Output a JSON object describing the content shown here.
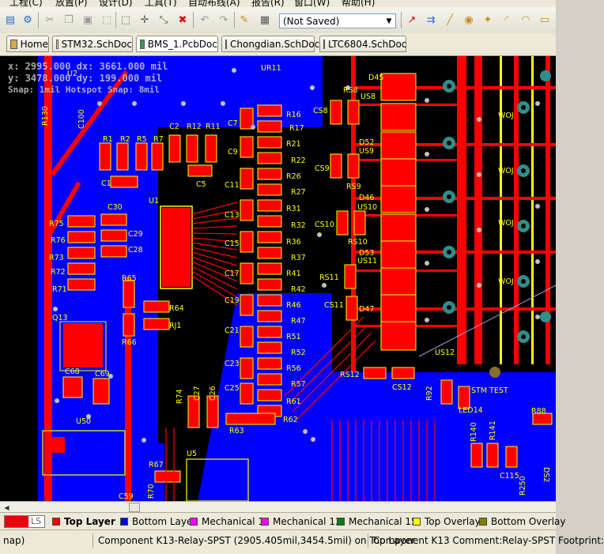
{
  "menu": [
    "工程(C)",
    "放置(P)",
    "设计(D)",
    "工具(T)",
    "自动布线(A)",
    "报告(R)",
    "窗口(W)",
    "帮助(H)"
  ],
  "toolbar": {
    "combo_value": "(Not Saved)",
    "icons": [
      "open-icon",
      "save-icon",
      "cut-icon",
      "copy-icon",
      "paste-icon",
      "select-icon",
      "move-icon",
      "cross-select-icon",
      "clear-icon",
      "undo-icon",
      "redo-icon",
      "pencil-icon",
      "filter-icon",
      "route-icon",
      "line-icon",
      "arc-icon",
      "pad-icon",
      "via-icon",
      "fill-icon",
      "text-icon"
    ]
  },
  "tabs": [
    {
      "label": "Home",
      "active": false
    },
    {
      "label": "STM32.SchDoc",
      "active": false
    },
    {
      "label": "BMS_1.PcbDoc",
      "active": true
    },
    {
      "label": "Chongdian.SchDoc",
      "active": false
    },
    {
      "label": "LTC6804.SchDoc",
      "active": false
    }
  ],
  "hud": {
    "line1": "x:  2995.000   dx:  3661.000 mil",
    "line2": "y:  3478.000   dy:   199.000 mil",
    "line3": "Snap: 1mil Hotspot Snap: 8mil"
  },
  "pcb_labels": {
    "U1": "U1",
    "U2": "U2",
    "UR11": "UR11",
    "U50": "U50",
    "U5": "U5",
    "Q13": "Q13",
    "C1": "C1",
    "C2": "C2",
    "C5": "C5",
    "C7": "C7",
    "C9": "C9",
    "C11": "C11",
    "C13": "C13",
    "C15": "C15",
    "C17": "C17",
    "C19": "C19",
    "C21": "C21",
    "C23": "C23",
    "C25": "C25",
    "C26": "C26",
    "C27": "C27",
    "C28": "C28",
    "C29": "C29",
    "C30": "C30",
    "C59": "C59",
    "C68": "C68",
    "C69": "C69",
    "C100": "C100",
    "C115": "C115",
    "R1": "R1",
    "R2": "R2",
    "R5": "R5",
    "R7": "R7",
    "R11": "R11",
    "R12": "R12",
    "R16": "R16",
    "R17": "R17",
    "R21": "R21",
    "R22": "R22",
    "R26": "R26",
    "R27": "R27",
    "R31": "R31",
    "R32": "R32",
    "R36": "R36",
    "R37": "R37",
    "R41": "R41",
    "R42": "R42",
    "R46": "R46",
    "R47": "R47",
    "R51": "R51",
    "R52": "R52",
    "R56": "R56",
    "R57": "R57",
    "R61": "R61",
    "R62": "R62",
    "R63": "R63",
    "R64": "R64",
    "R65": "R65",
    "R66": "R66",
    "R67": "R67",
    "R70": "R70",
    "R71": "R71",
    "R72": "R72",
    "R73": "R73",
    "R74": "R74",
    "R75": "R75",
    "R76": "R76",
    "R88": "R88",
    "R92": "R92",
    "R130": "R130",
    "R140": "R140",
    "R141": "R141",
    "R250": "R250",
    "RJ1": "RJ1",
    "CS8": "CS8",
    "CS9": "CS9",
    "CS10": "CS10",
    "CS11": "CS11",
    "CS12": "CS12",
    "RS8": "RS8",
    "RS9": "RS9",
    "RS10": "RS10",
    "RS11": "RS11",
    "RS12": "RS12",
    "US8": "US8",
    "US9": "US9",
    "US10": "US10",
    "US11": "US11",
    "US12": "US12",
    "D45": "D45",
    "D46": "D46",
    "D47": "D47",
    "D52": "D52",
    "D53": "D53",
    "DS2": "DS2",
    "LED14": "LED14",
    "STM_TEST": "STM TEST",
    "WO": "WOJ"
  },
  "layers": [
    {
      "label": "Top Layer",
      "color": "#ff0000",
      "active": true
    },
    {
      "label": "Bottom Layer",
      "color": "#0000ff",
      "active": false
    },
    {
      "label": "Mechanical 1",
      "color": "#ff00ff",
      "active": false
    },
    {
      "label": "Mechanical 13",
      "color": "#ff00ff",
      "active": false
    },
    {
      "label": "Mechanical 15",
      "color": "#008000",
      "active": false
    },
    {
      "label": "Top Overlay",
      "color": "#ffff00",
      "active": false
    },
    {
      "label": "Bottom Overlay",
      "color": "#808000",
      "active": false
    }
  ],
  "layer_set_label": "LS",
  "status": {
    "left": "nap)",
    "middle": "Component K13-Relay-SPST (2905.405mil,3454.5mil) on Top Layer",
    "right": "Component K13 Comment:Relay-SPST Footprint:"
  },
  "colors": {
    "top_layer": "#ff0000",
    "bottom_layer": "#0000ff",
    "top_overlay": "#ffff00",
    "pad_via": "#c0c0c0",
    "teal_pad": "#2f8f8a",
    "canvas_bg": "#000000"
  }
}
